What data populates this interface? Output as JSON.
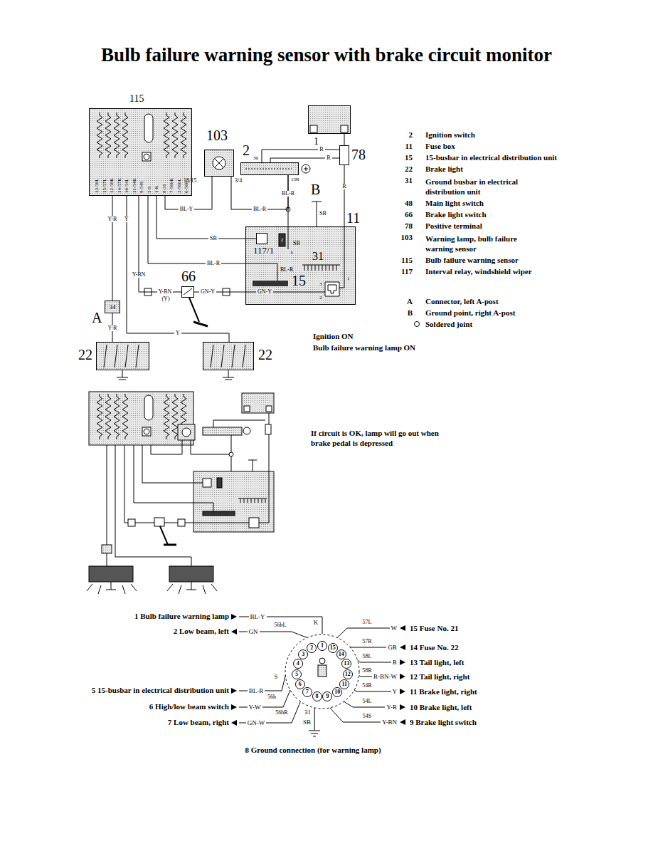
{
  "diagram": {
    "title": "Bulb failure warning sensor with brake circuit monitor",
    "nodes": [
      {
        "text": [
          "115",
          "13-58L",
          "15-57L",
          "12-58R",
          "14-57R",
          "10-54L",
          "11-54R",
          "9-54S",
          "5-S",
          "1-K",
          "8-31",
          "7-56bR",
          "2-56bL",
          "6-56b"
        ]
      },
      {
        "text": [
          "103"
        ]
      },
      {
        "text": [
          "2"
        ]
      },
      {
        "text": [
          "1"
        ]
      },
      {
        "text": [
          "78"
        ]
      },
      {
        "text": [
          "11"
        ]
      },
      {
        "text": [
          "117/1"
        ],
        "in": 5
      },
      {
        "text": [
          "31"
        ],
        "in": 5
      },
      {
        "text": [
          "15"
        ],
        "in": 5
      },
      {
        "text": [
          "66"
        ]
      },
      {
        "text": [
          "34",
          "A"
        ]
      },
      {
        "text": [
          "22"
        ]
      },
      {
        "text": [
          "22"
        ]
      },
      {
        "text": [
          "1"
        ]
      },
      {
        "text": [
          "2"
        ]
      },
      {
        "text": [
          "3"
        ]
      },
      {
        "text": [
          "4"
        ]
      },
      {
        "text": [
          "5"
        ]
      },
      {
        "text": [
          "6"
        ]
      },
      {
        "text": [
          "7"
        ]
      },
      {
        "text": [
          "8"
        ]
      },
      {
        "text": [
          "9"
        ]
      },
      {
        "text": [
          "10"
        ]
      },
      {
        "text": [
          "11"
        ]
      },
      {
        "text": [
          "12"
        ]
      },
      {
        "text": [
          "13"
        ]
      },
      {
        "text": [
          "14"
        ]
      },
      {
        "text": [
          "15"
        ]
      }
    ],
    "edges": [
      {
        "from": 0,
        "to": 10,
        "label": "Y-R",
        "arrow": "none"
      },
      {
        "from": 10,
        "to": 11,
        "label": "Y-R",
        "arrow": "none"
      },
      {
        "from": 0,
        "to": 12,
        "label": "Y",
        "arrow": "none"
      },
      {
        "from": 0,
        "to": 9,
        "label": "Y-BN",
        "arrow": "none"
      },
      {
        "from": 9,
        "to": 5,
        "label": "GN-Y",
        "arrow": "none"
      },
      {
        "from": 0,
        "to": 1,
        "label": "BL-Y",
        "arrow": "none"
      },
      {
        "from": 0,
        "to": 6,
        "label": "SB",
        "arrow": "none"
      },
      {
        "from": 0,
        "to": 8,
        "label": "BL-R",
        "arrow": "none"
      },
      {
        "from": 2,
        "to": 1,
        "label": "BL-R",
        "arrow": "none"
      },
      {
        "from": 2,
        "to": 5,
        "label": "BL-R",
        "arrow": "none"
      },
      {
        "from": 2,
        "to": 4,
        "label": "R",
        "arrow": "none"
      },
      {
        "from": 2,
        "to": 4,
        "label": "R",
        "arrow": "none"
      },
      {
        "from": 3,
        "to": 4,
        "arrow": "none"
      },
      {
        "from": 4,
        "to": 5,
        "label": "R",
        "arrow": "none"
      }
    ],
    "labels": [
      "18/15",
      "3/4",
      "30",
      "15R",
      "B",
      "SB",
      "Y-BN",
      "(Y)",
      "Y",
      "GN-Y",
      "SB",
      "BL-R",
      "2",
      "3",
      "3",
      "1",
      "2",
      "2",
      "Ignition switch",
      "11",
      "Fuse box",
      "15",
      "15-busbar in electrical distribution unit",
      "22",
      "Brake light",
      "31",
      "Ground busbar in electrical distribution unit",
      "48",
      "Main light switch",
      "66",
      "Brake light switch",
      "78",
      "Positive terminal",
      "103",
      "Warning lamp, bulb failure warning sensor",
      "115",
      "Bulb failure warning sensor",
      "117",
      "Interval relay, windshield wiper",
      "A",
      "Connector, left A-post",
      "B",
      "Ground point, right A-post",
      "Soldered joint",
      "Ignition ON",
      "Bulb failure warning lamp ON",
      "If circuit is OK, lamp will go out when brake pedal is depressed",
      "1 Bulb failure warning lamp",
      "BL-Y",
      "K",
      "2 Low beam, left",
      "GN",
      "56bL",
      "5 15-busbar in electrical distribution unit",
      "BL-R",
      "S",
      "6 High/low beam switch",
      "Y-W",
      "56b",
      "7 Low beam, right",
      "GN-W",
      "56bR",
      "31",
      "SB",
      "8 Ground connection (for warning lamp)",
      "W",
      "15 Fuse No. 21",
      "57L",
      "GR",
      "14 Fuse No. 22",
      "57R",
      "R",
      "13 Tail light, left",
      "58L",
      "R-BN-W",
      "12 Tail light, right",
      "58R",
      "Y",
      "11 Brake light, right",
      "54R",
      "Y-R",
      "10 Brake light, left",
      "54L",
      "Y-BN",
      "9 Brake light switch",
      "54S"
    ]
  }
}
